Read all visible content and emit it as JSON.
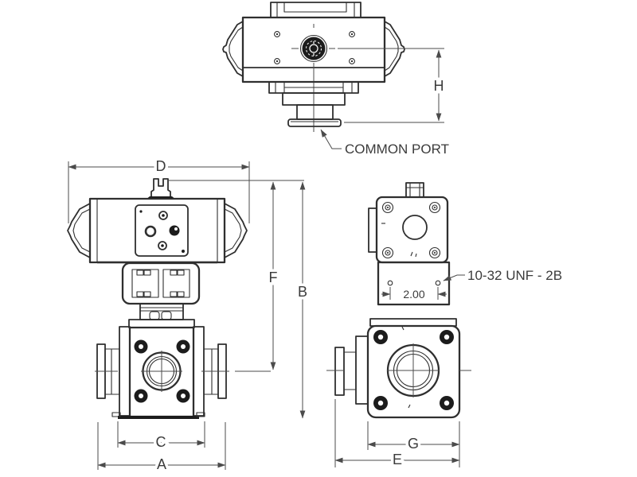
{
  "title": "3-way valve with pneumatic actuator dimensional drawing",
  "labels": {
    "a": "A",
    "b": "B",
    "c": "C",
    "d": "D",
    "e": "E",
    "f": "F",
    "g": "G",
    "h": "H"
  },
  "annotations": {
    "common_port": "COMMON PORT",
    "thread_spec": "10-32 UNF - 2B",
    "hole_spacing": "2.00"
  },
  "colors": {
    "background": "#ffffff",
    "object_line": "#2f2f2f",
    "dimension_line": "#4b4b4b",
    "text": "#3b3b3b",
    "dark_fill": "#1c1c1c"
  }
}
